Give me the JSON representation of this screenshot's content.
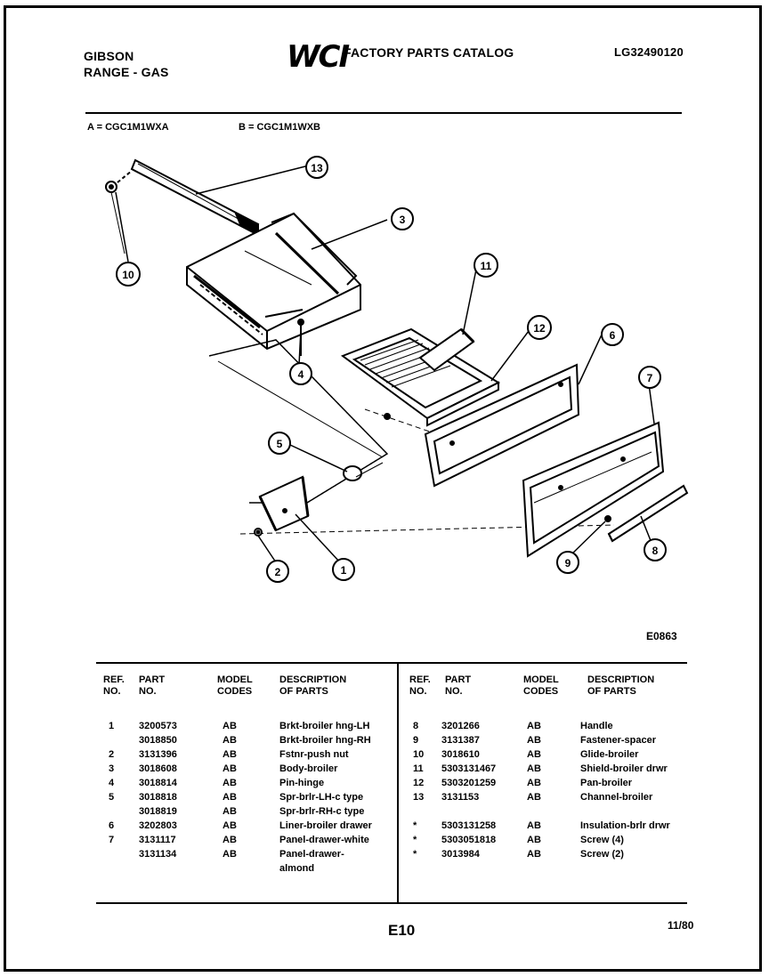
{
  "header": {
    "brand": "GIBSON",
    "product": "RANGE - GAS",
    "logo": "WCI",
    "catalog_title": "FACTORY PARTS CATALOG",
    "doc_number": "LG32490120"
  },
  "models": {
    "a": "A = CGC1M1WXA",
    "b": "B = CGC1M1WXB"
  },
  "figure_id": "E0863",
  "callouts": [
    "13",
    "3",
    "10",
    "11",
    "12",
    "6",
    "7",
    "4",
    "5",
    "2",
    "1",
    "9",
    "8"
  ],
  "table": {
    "headers": {
      "ref_1": "REF.",
      "ref_2": "NO.",
      "part_1": "PART",
      "part_2": "NO.",
      "model_1": "MODEL",
      "model_2": "CODES",
      "desc_1": "DESCRIPTION",
      "desc_2": "OF PARTS"
    },
    "left_rows": [
      {
        "ref": "1",
        "part": "3200573",
        "codes": "AB",
        "desc": "Brkt-broiler hng-LH"
      },
      {
        "ref": "",
        "part": "3018850",
        "codes": "AB",
        "desc": "Brkt-broiler hng-RH"
      },
      {
        "ref": "2",
        "part": "3131396",
        "codes": "AB",
        "desc": "Fstnr-push nut"
      },
      {
        "ref": "3",
        "part": "3018608",
        "codes": "AB",
        "desc": "Body-broiler"
      },
      {
        "ref": "4",
        "part": "3018814",
        "codes": "AB",
        "desc": "Pin-hinge"
      },
      {
        "ref": "5",
        "part": "3018818",
        "codes": "AB",
        "desc": "Spr-brlr-LH-c type"
      },
      {
        "ref": "",
        "part": "3018819",
        "codes": "AB",
        "desc": "Spr-brlr-RH-c type"
      },
      {
        "ref": "6",
        "part": "3202803",
        "codes": "AB",
        "desc": "Liner-broiler drawer"
      },
      {
        "ref": "7",
        "part": "3131117",
        "codes": "AB",
        "desc": "Panel-drawer-white"
      },
      {
        "ref": "",
        "part": "3131134",
        "codes": "AB",
        "desc": "Panel-drawer-"
      },
      {
        "ref": "",
        "part": "",
        "codes": "",
        "desc": "almond"
      }
    ],
    "right_rows": [
      {
        "ref": "8",
        "part": "3201266",
        "codes": "AB",
        "desc": "Handle"
      },
      {
        "ref": "9",
        "part": "3131387",
        "codes": "AB",
        "desc": "Fastener-spacer"
      },
      {
        "ref": "10",
        "part": "3018610",
        "codes": "AB",
        "desc": "Glide-broiler"
      },
      {
        "ref": "11",
        "part": "5303131467",
        "codes": "AB",
        "desc": "Shield-broiler drwr"
      },
      {
        "ref": "12",
        "part": "5303201259",
        "codes": "AB",
        "desc": "Pan-broiler"
      },
      {
        "ref": "13",
        "part": "3131153",
        "codes": "AB",
        "desc": "Channel-broiler"
      },
      {
        "ref": "",
        "part": "",
        "codes": "",
        "desc": ""
      },
      {
        "ref": "*",
        "part": "5303131258",
        "codes": "AB",
        "desc": "Insulation-brlr drwr"
      },
      {
        "ref": "*",
        "part": "5303051818",
        "codes": "AB",
        "desc": "Screw (4)"
      },
      {
        "ref": "*",
        "part": "3013984",
        "codes": "AB",
        "desc": "Screw (2)"
      }
    ]
  },
  "footer": {
    "page": "E10",
    "date": "11/80"
  }
}
